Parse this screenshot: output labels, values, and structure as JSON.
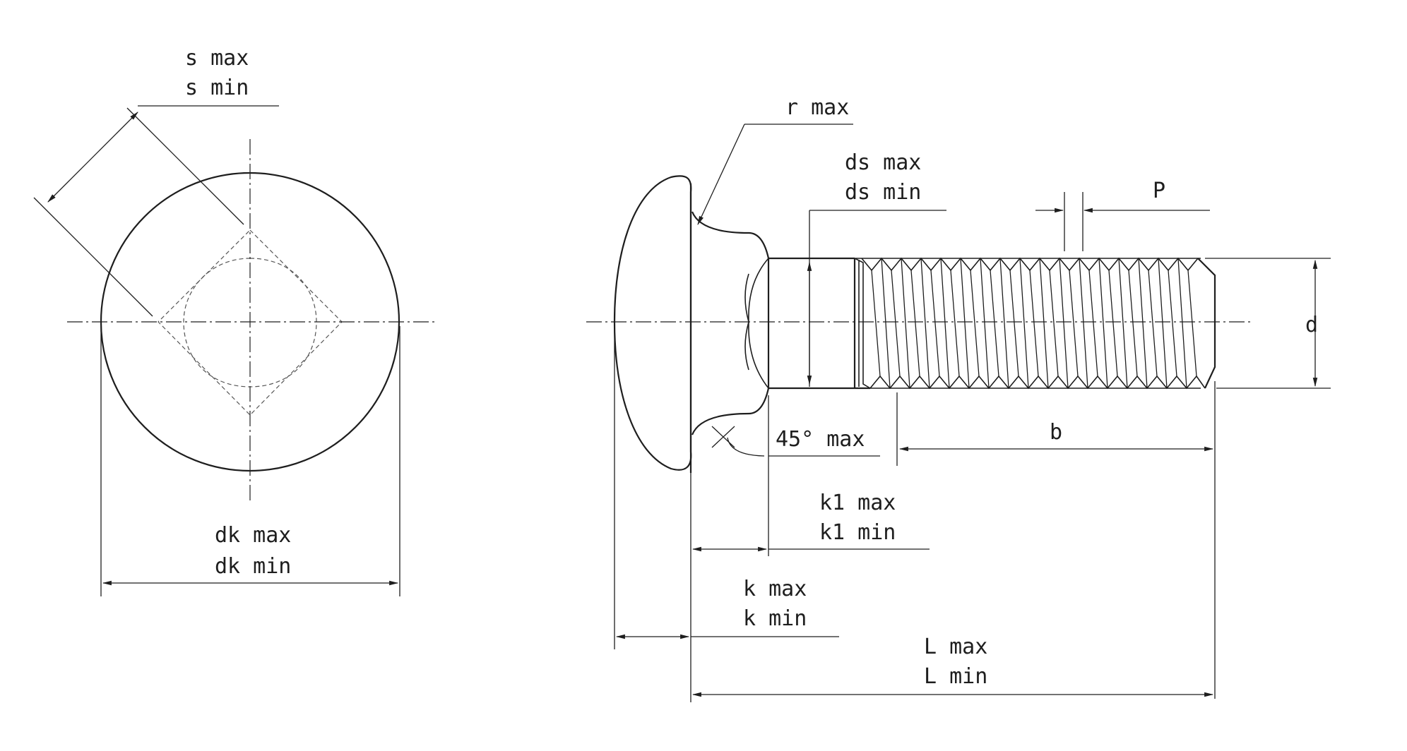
{
  "labels": {
    "s_max": "s max",
    "s_min": "s min",
    "dk_max": "dk max",
    "dk_min": "dk min",
    "r_max": "r max",
    "ds_max": "ds max",
    "ds_min": "ds min",
    "p": "P",
    "d": "d",
    "angle": "45° max",
    "b": "b",
    "k1_max": "k1 max",
    "k1_min": "k1 min",
    "k_max": "k max",
    "k_min": "k min",
    "l_max": "L max",
    "l_min": "L min"
  }
}
